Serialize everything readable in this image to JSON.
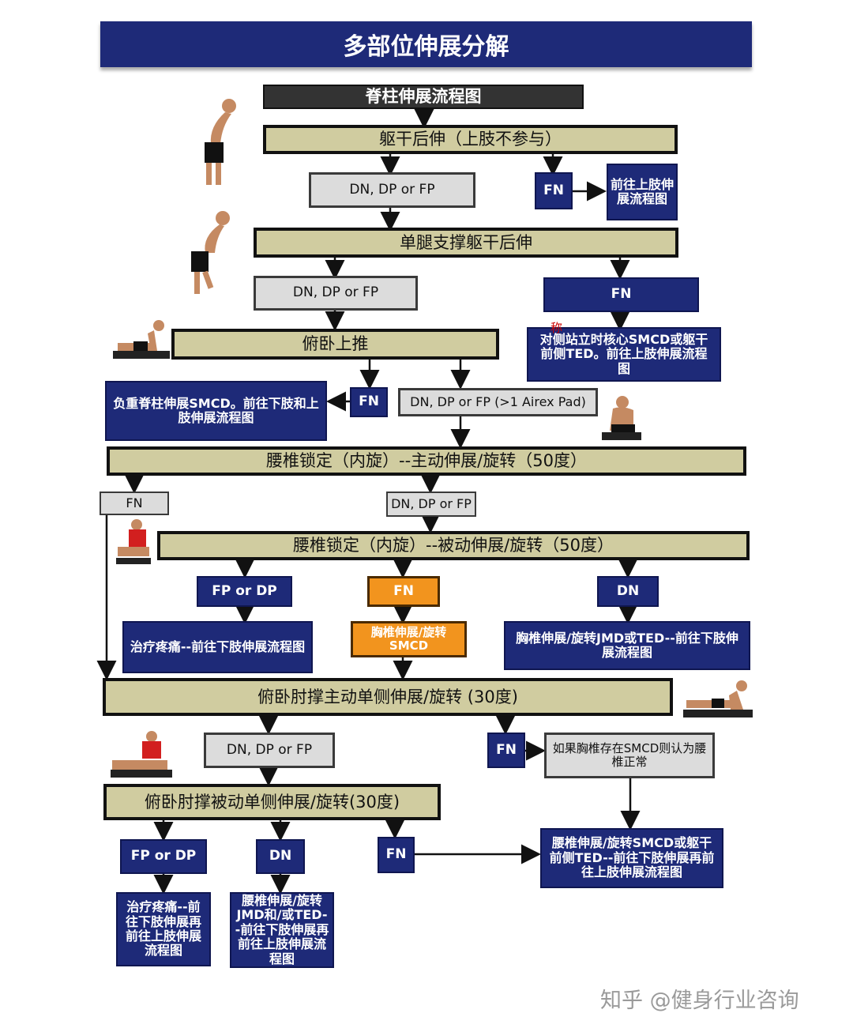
{
  "title": "多部位伸展分解",
  "nodes": {
    "spine_flow": "脊柱伸展流程图",
    "trunk_back": "躯干后伸（上肢不参与）",
    "dn1": "DN, DP or FP",
    "fn1": "FN",
    "go_upper1": "前往上肢伸展流程图",
    "single_leg": "单腿支撑躯干后伸",
    "dn2": "DN, DP or FP",
    "fn2": "FN",
    "contra": "对侧站立时核心SMCD或躯干前侧TED。前往上肢伸展流程图",
    "prone_push": "俯卧上推",
    "weight_spine": "负重脊柱伸展SMCD。前往下肢和上肢伸展流程图",
    "fn3": "FN",
    "dn3": "DN, DP or FP (>1 Airex Pad)",
    "lumbar_active": "腰椎锁定（内旋）--主动伸展/旋转（50度）",
    "fn4": "FN",
    "dn4": "DN, DP or FP",
    "lumbar_passive": "腰椎锁定（内旋）--被动伸展/旋转（50度）",
    "fp_dp1": "FP or DP",
    "fn_orange": "FN",
    "dn5": "DN",
    "treat_pain1": "治疗疼痛--前往下肢伸展流程图",
    "thoracic_smcd": "胸椎伸展/旋转SMCD",
    "thoracic_jmd": "胸椎伸展/旋转JMD或TED--前往下肢伸展流程图",
    "prone_elbow_active": "俯卧肘撑主动单侧伸展/旋转 (30度)",
    "dn6": "DN, DP or FP",
    "fn5": "FN",
    "if_thoracic": "如果胸椎存在SMCD则认为腰椎正常",
    "prone_elbow_passive": "俯卧肘撑被动单侧伸展/旋转(30度)",
    "fp_dp2": "FP or DP",
    "dn7": "DN",
    "fn6": "FN",
    "lumbar_smcd": "腰椎伸展/旋转SMCD或躯干前侧TED--前往下肢伸展再前往上肢伸展流程图",
    "treat_pain2": "治疗疼痛--前往下肢伸展再前往上肢伸展流程图",
    "lumbar_jmd": "腰椎伸展/旋转JMD和/或TED--前往下肢伸展再前往上肢伸展流程图"
  },
  "red_mark": "称",
  "watermark": "知乎 @健身行业咨询",
  "colors": {
    "navy": "#1e2a78",
    "olive": "#d0cca0",
    "grey": "#dcdcdc",
    "orange": "#f2941e"
  }
}
